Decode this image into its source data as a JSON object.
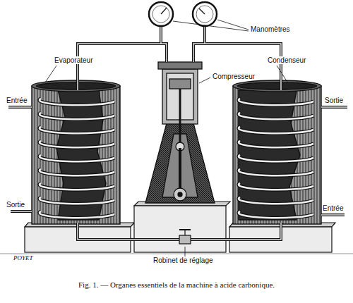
{
  "diagram": {
    "caption": "Fig. 1. — Organes essentiels de la machine à acide carbonique.",
    "labels": [
      "Evaporateur",
      "Entrée",
      "Sortie",
      "Manomètres",
      "Compresseur",
      "Condenseur",
      "Sortie",
      "Entrée",
      "Robinet de réglage",
      "POYET"
    ]
  }
}
